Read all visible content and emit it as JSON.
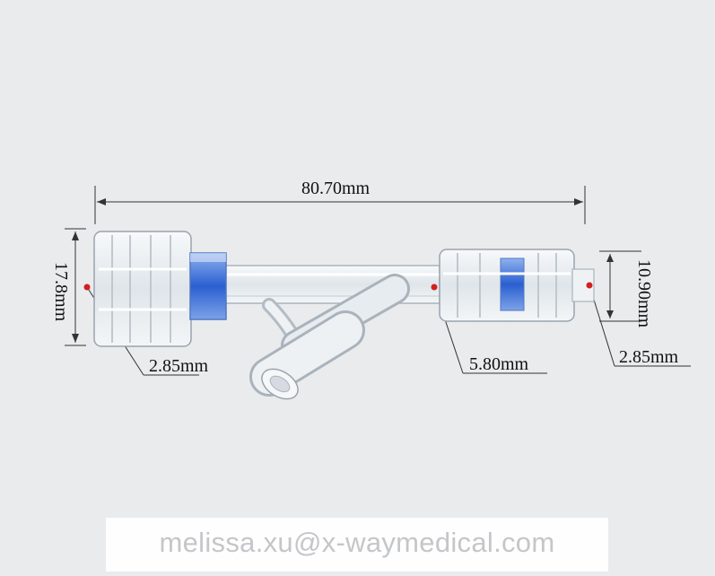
{
  "dimensions": {
    "overall_length": "80.70mm",
    "left_height": "17.8mm",
    "right_height": "10.90mm",
    "left_bore": "2.85mm",
    "tube_diameter": "5.80mm",
    "right_bore": "2.85mm"
  },
  "watermark": "melissa.xu@x-waymedical.com",
  "colors": {
    "background": "#e9ebed",
    "accent_blue": "#2a5fd0",
    "marker_red": "#d21f1f"
  }
}
